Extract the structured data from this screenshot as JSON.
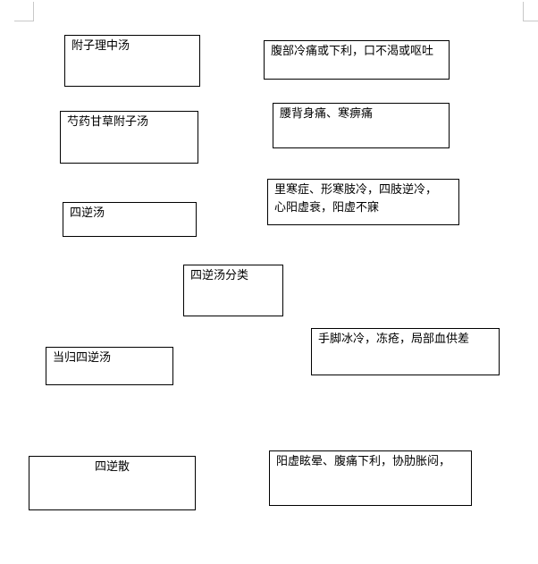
{
  "diagram": {
    "center_box": "四逆汤分类",
    "formulas": [
      "附子理中汤",
      "芍药甘草附子汤",
      "四逆汤",
      "当归四逆汤",
      "四逆散"
    ],
    "indications": [
      "腹部冷痛或下利，口不渴或呕吐",
      "腰背身痛、寒痹痛",
      "里寒症、形寒肢冷，四肢逆冷，\n心阳虚衰，阳虚不寐",
      "手脚冰冷，冻疮，局部血供差",
      "阳虚眩晕、腹痛下利，协肋胀闷，"
    ]
  }
}
